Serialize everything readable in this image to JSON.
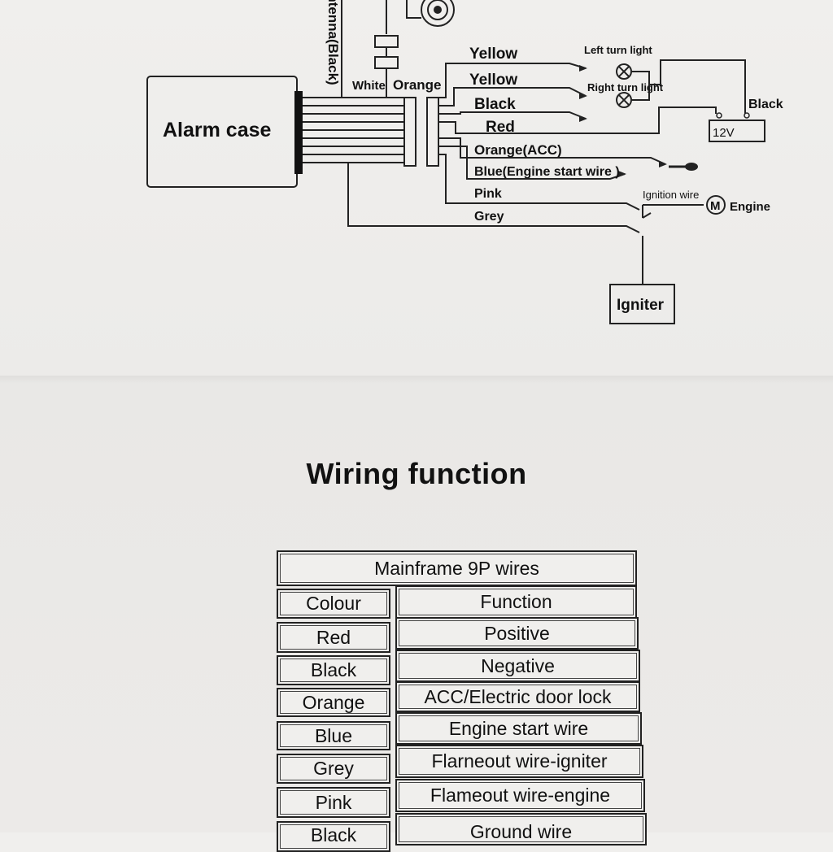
{
  "diagram": {
    "alarm_case": "Alarm case",
    "antenna": "Antenna(Black)",
    "white": "White",
    "orange": "Orange",
    "yellow_1": "Yellow",
    "yellow_2": "Yellow",
    "black": "Black",
    "red": "Red",
    "orange_acc": "Orange(ACC)",
    "blue_engine": "Blue(Engine start wire )",
    "pink": "Pink",
    "grey": "Grey",
    "left_turn": "Left turn light",
    "right_turn": "Right turn light",
    "battery_black": "Black",
    "battery_voltage": "12V",
    "ignition_wire": "Ignition wire",
    "motor_symbol": "M",
    "engine": "Engine",
    "igniter": "Igniter"
  },
  "heading": "Wiring function",
  "table": {
    "title": "Mainframe 9P wires",
    "headers": [
      "Colour",
      "Function"
    ],
    "rows": [
      [
        "Red",
        "Positive"
      ],
      [
        "Black",
        "Negative"
      ],
      [
        "Orange",
        "ACC/Electric door lock"
      ],
      [
        "Blue",
        "Engine start wire"
      ],
      [
        "Grey",
        "Flarneout wire-igniter"
      ],
      [
        "Pink",
        "Flameout wire-engine"
      ],
      [
        "Black",
        "Ground wire"
      ]
    ]
  }
}
